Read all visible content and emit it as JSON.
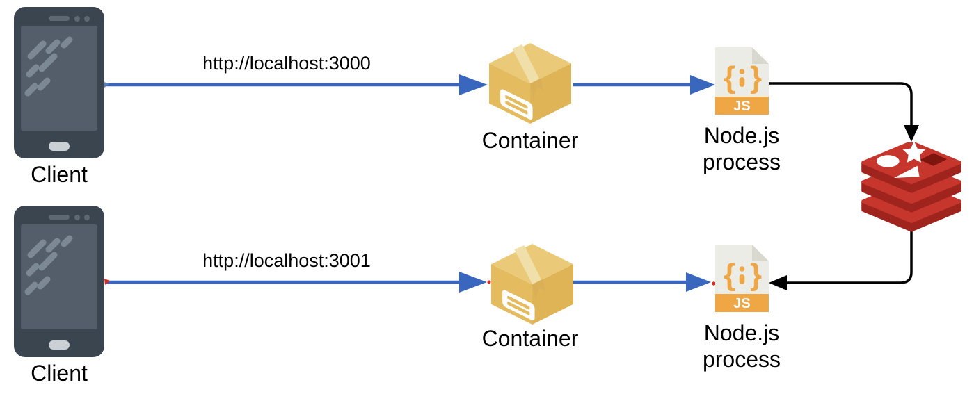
{
  "colors": {
    "arrow_blue": "#3A67BE",
    "connector_black": "#000000",
    "redis_red": "#C6362C",
    "redis_dark_red": "#9E241D",
    "redis_hole": "#7E150E",
    "box_yellow_top": "#EACA79",
    "box_yellow_left": "#E4BC5F",
    "box_yellow_right": "#DFB457",
    "box_tape": "#F1DFA9",
    "js_orange": "#EFA746",
    "file_gray": "#ECECE6",
    "file_fold_gray": "#D8D8CF",
    "phone_body": "#3A4550",
    "phone_screen": "#535E6A",
    "connection_dot_red": "#D92B1F"
  },
  "rows": [
    {
      "client_label": "Client",
      "request_url": "http://localhost:3000",
      "container_label": "Container",
      "process_label_line1": "Node.js",
      "process_label_line2": "process"
    },
    {
      "client_label": "Client",
      "request_url": "http://localhost:3001",
      "container_label": "Container",
      "process_label_line1": "Node.js",
      "process_label_line2": "process"
    }
  ],
  "node_file_icon": {
    "open_brace": "{",
    "close_brace": "}",
    "badge": "JS"
  }
}
